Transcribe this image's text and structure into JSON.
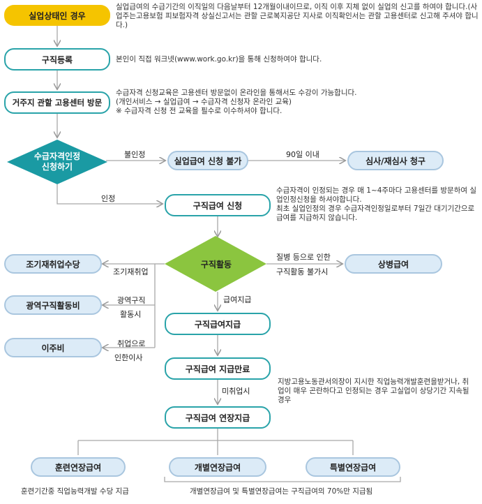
{
  "colors": {
    "teal": "#29a3a9",
    "yellow": "#f5c400",
    "green": "#8bc53f",
    "diamond_teal": "#1a9aa3",
    "pale": "#dcebf7"
  },
  "boxes": {
    "unemployed": "실업상태인 경우",
    "register": "구직등록",
    "visit": "거주지 관할 고용센터 방문",
    "apply": "수급자격인정\n신청하기",
    "cannot_apply": "실업급여 신청 불가",
    "review": "심사/재심사 청구",
    "job_benefit_apply": "구직급여 신청",
    "job_activity": "구직활동",
    "sick_benefit": "상병급여",
    "early_employment": "조기재취업수당",
    "wide_area": "광역구직활동비",
    "relocation": "이주비",
    "pay": "구직급여지급",
    "end": "구직급여 지급만료",
    "extension": "구직급여 연장지급",
    "training_ext": "훈련연장급여",
    "individual_ext": "개별연장급여",
    "special_ext": "특별연장급여"
  },
  "notes": {
    "unemployed": "실업급여의 수급기간의 이직일의 다음날부터 12개월이내이므로, 이직 이후 지체 없이 실업의 신고를 하여야 합니다.(사업주는고용보험 피보험자격 상실신고서는 관할 근로복지공단 지사로 이직확인서는 관할 고용센터로 신고해 주셔야 합니다.)",
    "register": "본인이 직접 워크넷(www.work.go.kr)을 통해 신청하여야 합니다.",
    "visit": "수급자격 신청교육은 고용센터 방문없이 온라인을 통해서도 수강이 가능합니다.\n(개인서비스 → 실업급여 → 수급자격 신청자 온라인 교육)\n※ 수급자격 신청 전 교육을 필수로 이수하셔야 합니다.",
    "job_benefit": "수급자격이 인정되는 경우 매 1~4주마다 고용센터를 방문하여 실업인정신청을 하셔야합니다.\n최초 실업인정의 경우 수급자격인정일로부터 7일간 대기기간으로 급여를 지급하지 않습니다.",
    "end": "지방고용노동관서의장이 지시한 직업능력개발훈련을받거나, 취업이 매우 곤란하다고 인정되는 경우 고실업이 상당기간 지속될 경우",
    "training": "훈련기간중 직업능력개발 수당 지급",
    "ext_rate": "개별연장급여 및 특별연장급여는 구직급여의 70%만 지급됨"
  },
  "labels": {
    "not_approved": "불인정",
    "within_90": "90일 이내",
    "approved": "인정",
    "sick_1": "질병 등으로 인한",
    "sick_2": "구직활동 불가시",
    "early": "조기재취업",
    "wide_1": "광역구직",
    "wide_2": "활동시",
    "move_1": "취업으로",
    "move_2": "인한이사",
    "pay": "급여지급",
    "unemployed_after": "미취업시"
  }
}
